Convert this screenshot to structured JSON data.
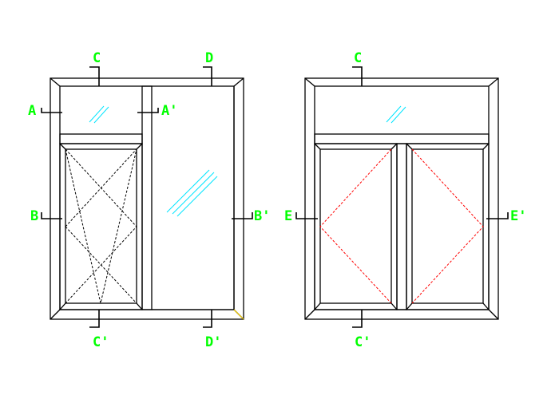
{
  "section_labels": {
    "left": {
      "A": "A",
      "A_prime": "A'",
      "B": "B",
      "B_prime": "B'",
      "C": "C",
      "C_prime": "C'",
      "D": "D",
      "D_prime": "D'"
    },
    "right": {
      "C": "C",
      "C_prime": "C'",
      "E": "E",
      "E_prime": "E'"
    }
  },
  "colors": {
    "label": "#00ff00",
    "frame": "#000000",
    "glass_hatch": "#00e5ff",
    "opening_left": "#000000",
    "opening_right": "#ff0000"
  },
  "icons": {
    "glass": "glass-hatch-icon",
    "section_cut": "section-cut-icon"
  }
}
